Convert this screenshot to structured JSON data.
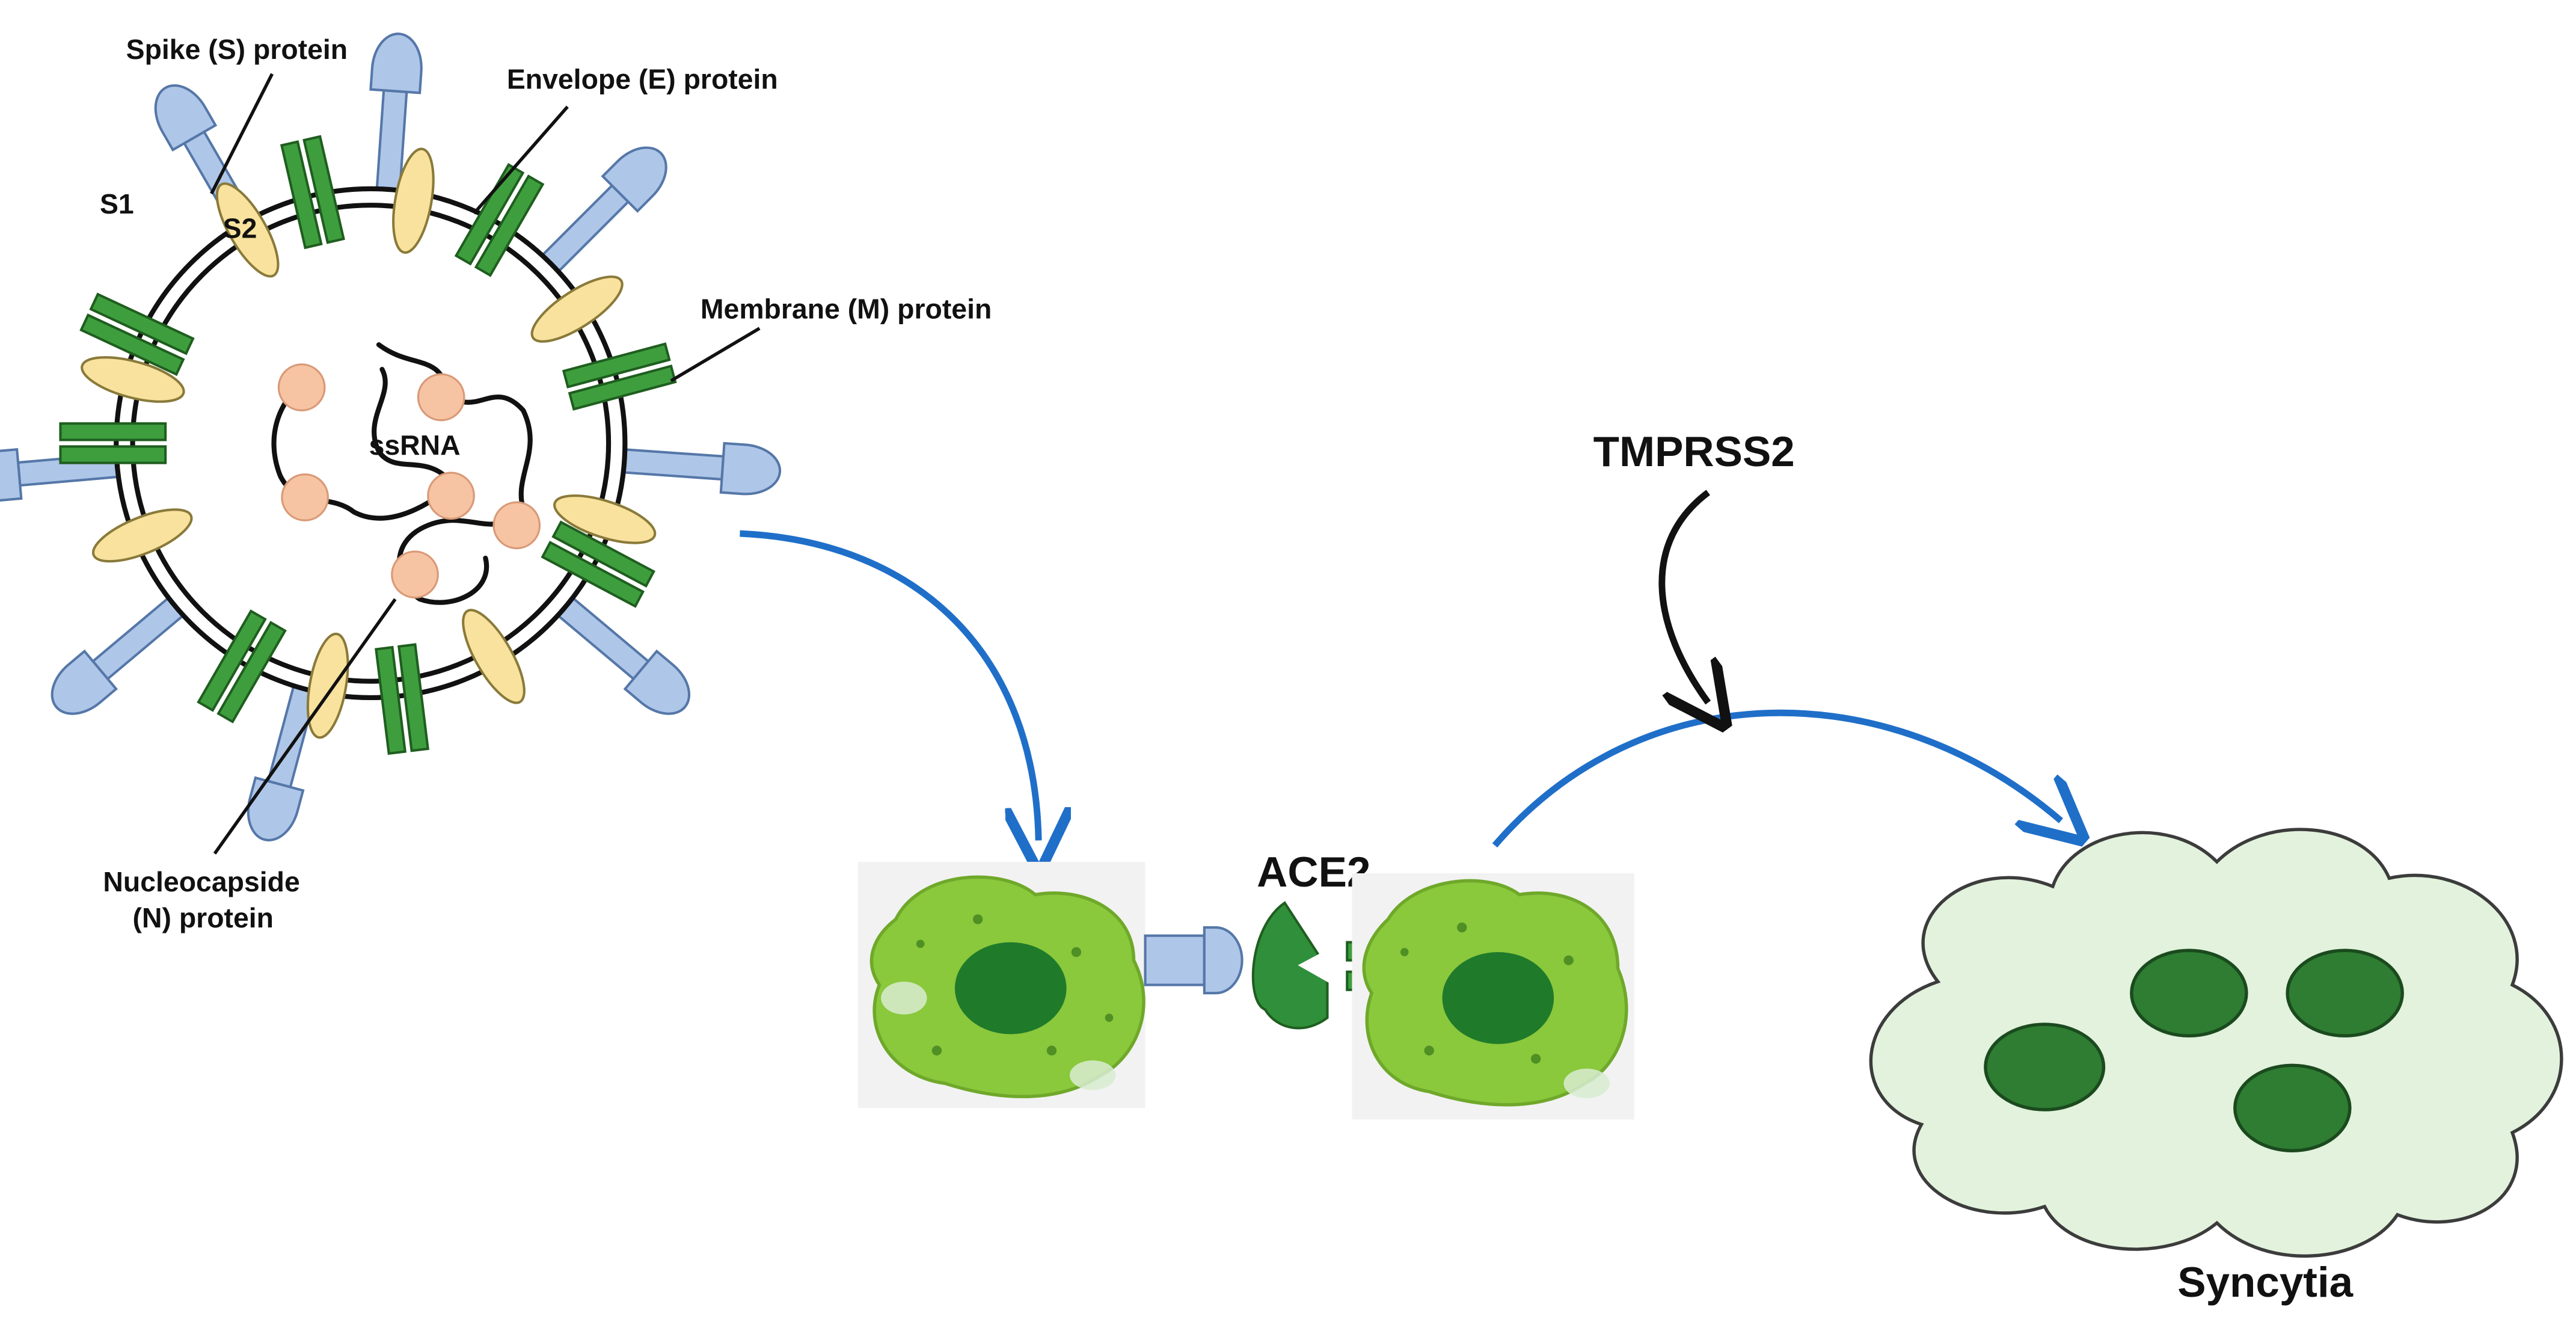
{
  "labels": {
    "spike": "Spike (S) protein",
    "envelope": "Envelope (E) protein",
    "membrane": "Membrane (M) protein",
    "s1": "S1",
    "s2": "S2",
    "ssrna": "ssRNA",
    "nucleocapside_line1": "Nucleocapside",
    "nucleocapside_line2": "(N) protein",
    "ace2": "ACE2",
    "tmprss2": "TMPRSS2",
    "syncytia": "Syncytia"
  },
  "colors": {
    "spike_fill": "#aec6e8",
    "spike_stroke": "#5577a8",
    "membrane_fill": "#3e9e3e",
    "membrane_stroke": "#1f5e1f",
    "envelope_fill": "#f8e29e",
    "envelope_stroke": "#8a7a3a",
    "nucleocapsid_fill": "#f7c4a3",
    "arrow_blue": "#1f6fc9",
    "arrow_black": "#111111",
    "cell_fill": "#8ac83c",
    "cell_nucleus": "#1f7a2a",
    "ace2_fill": "#2f8f3a",
    "syncytia_fill": "#e2f2dc",
    "syncytia_nucleus": "#2e7d32"
  }
}
